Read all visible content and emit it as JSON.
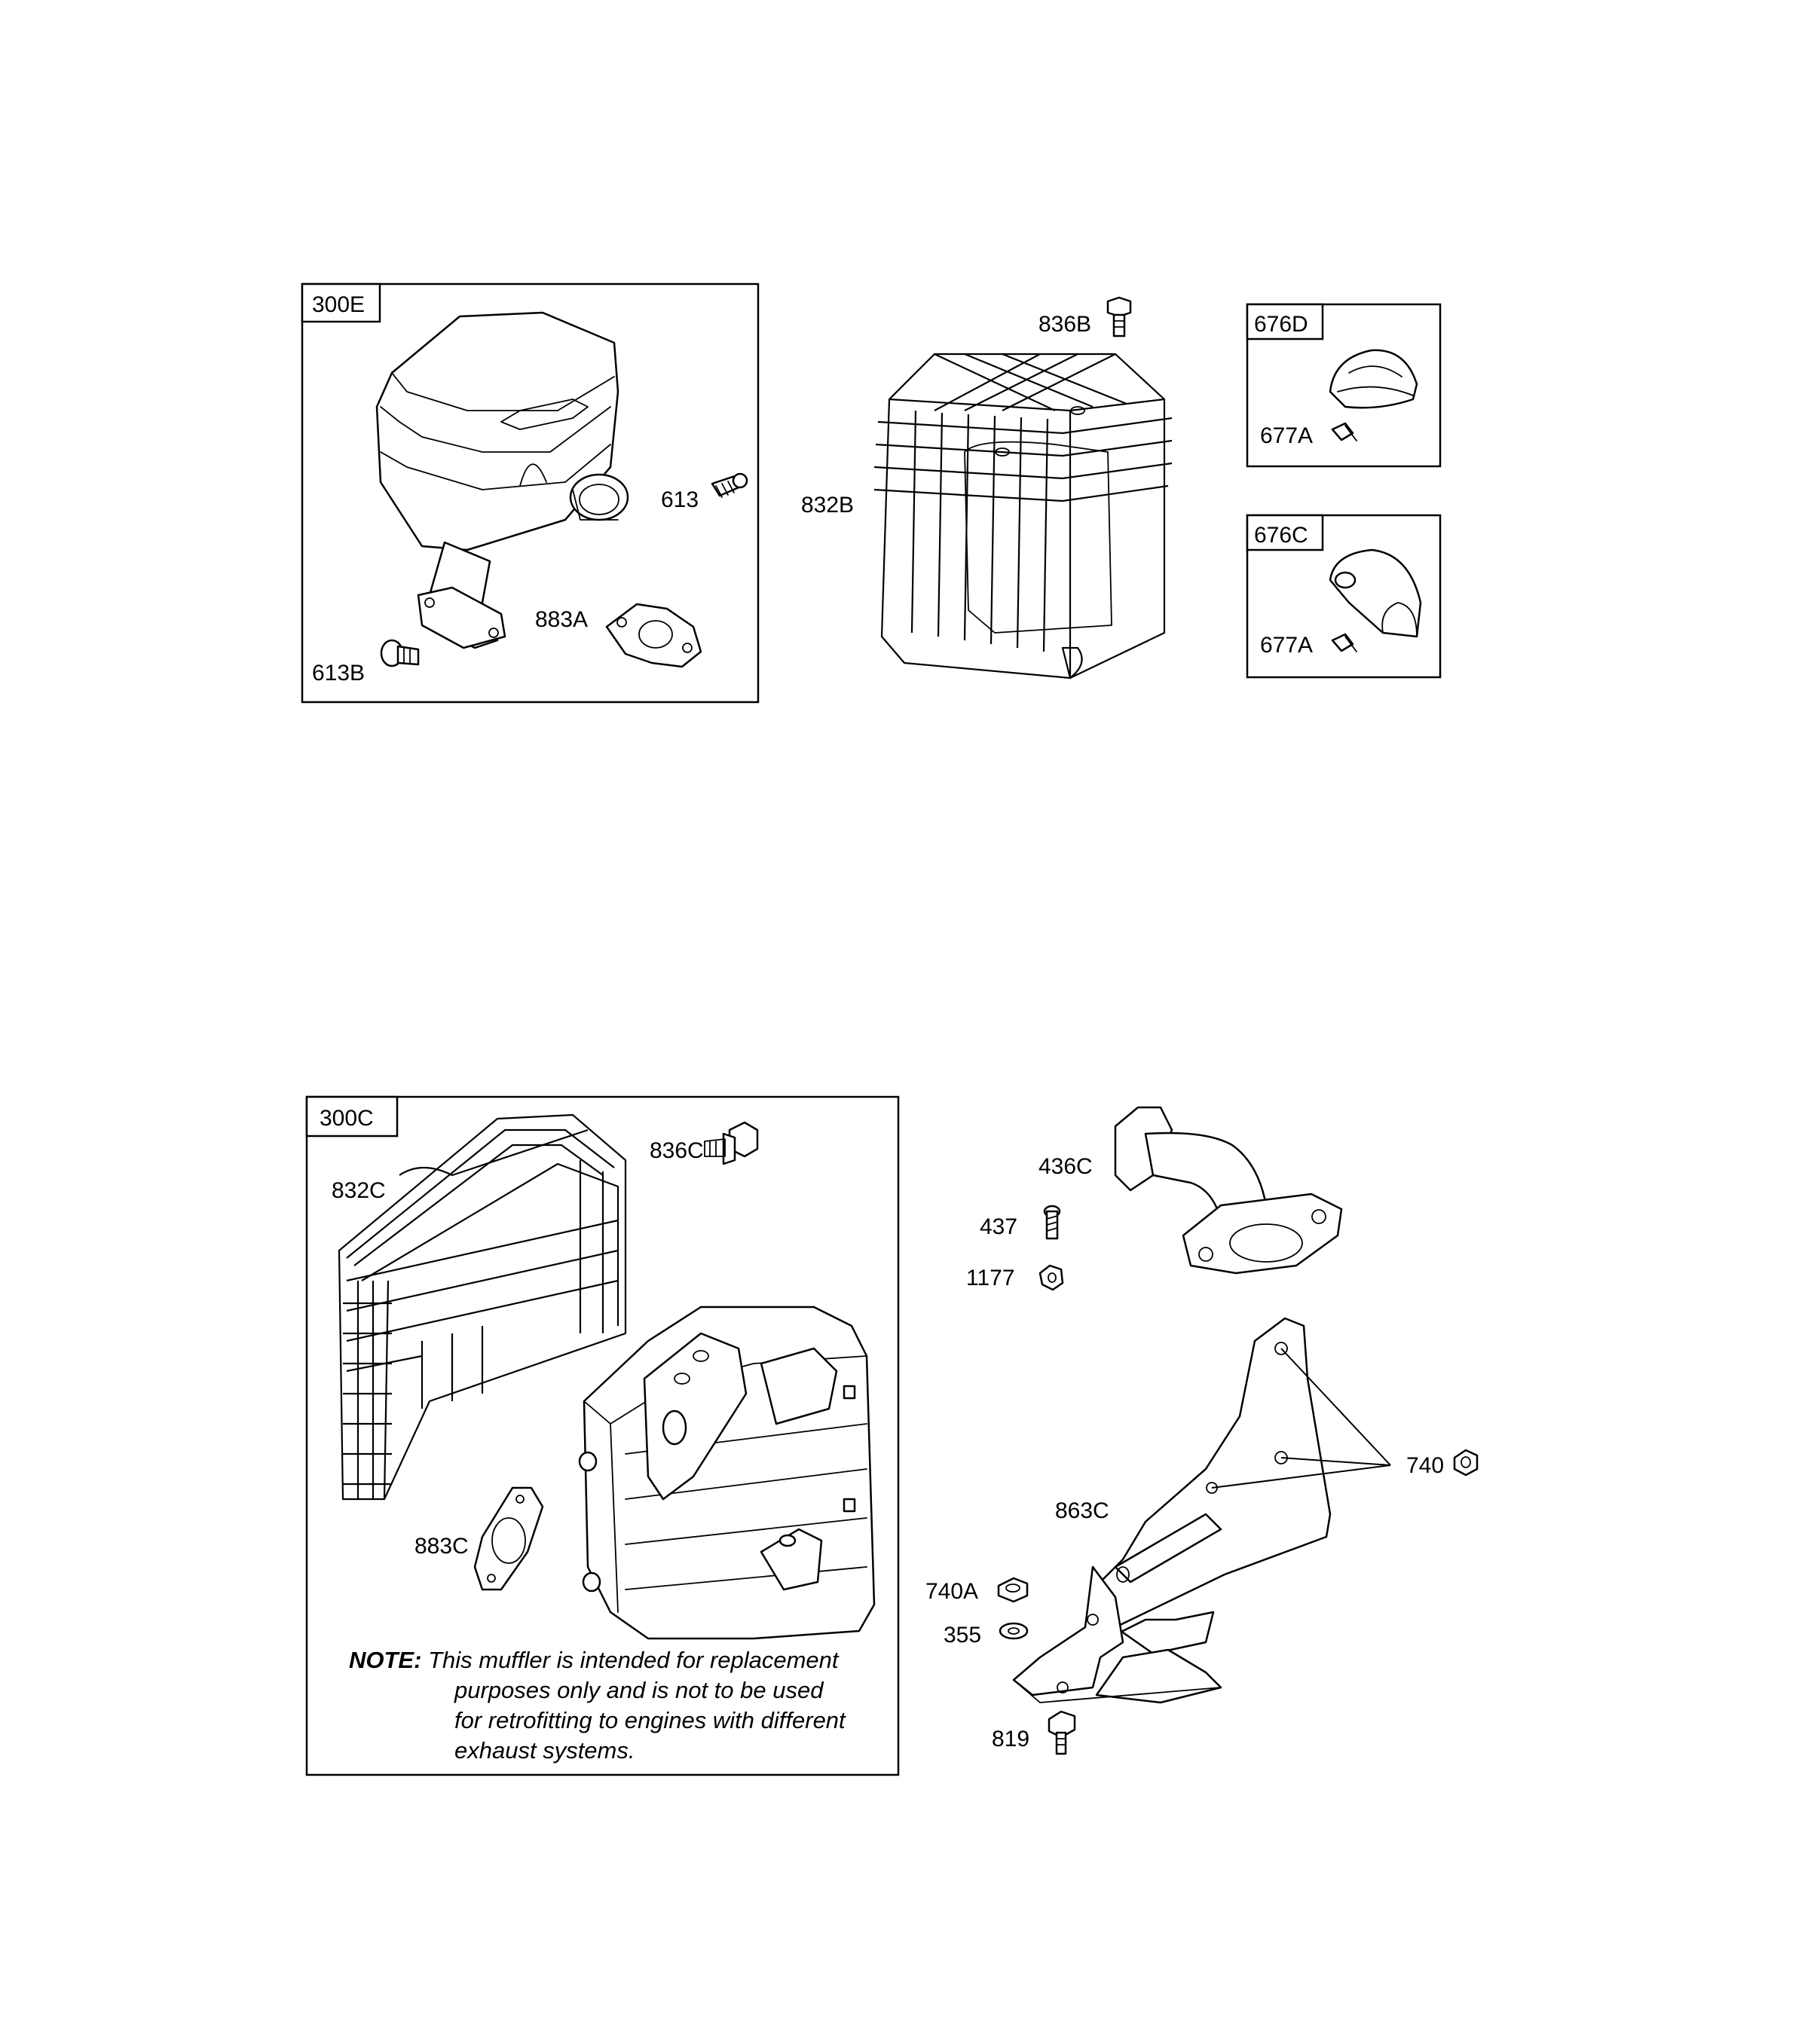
{
  "labels": {
    "p300E": "300E",
    "p613": "613",
    "p613B": "613B",
    "p883A": "883A",
    "p836B": "836B",
    "p832B": "832B",
    "p676D": "676D",
    "p677A_top": "677A",
    "p676C": "676C",
    "p677A_bottom": "677A",
    "p300C": "300C",
    "p836C": "836C",
    "p832C": "832C",
    "p883C": "883C",
    "p436C": "436C",
    "p437": "437",
    "p1177": "1177",
    "p740": "740",
    "p863C": "863C",
    "p740A": "740A",
    "p355": "355",
    "p819": "819"
  },
  "note": {
    "heading": "NOTE:",
    "line1": "This muffler is intended for replacement",
    "line2": "purposes only and is not to be used",
    "line3": "for retrofitting to engines with different",
    "line4": "exhaust systems."
  }
}
